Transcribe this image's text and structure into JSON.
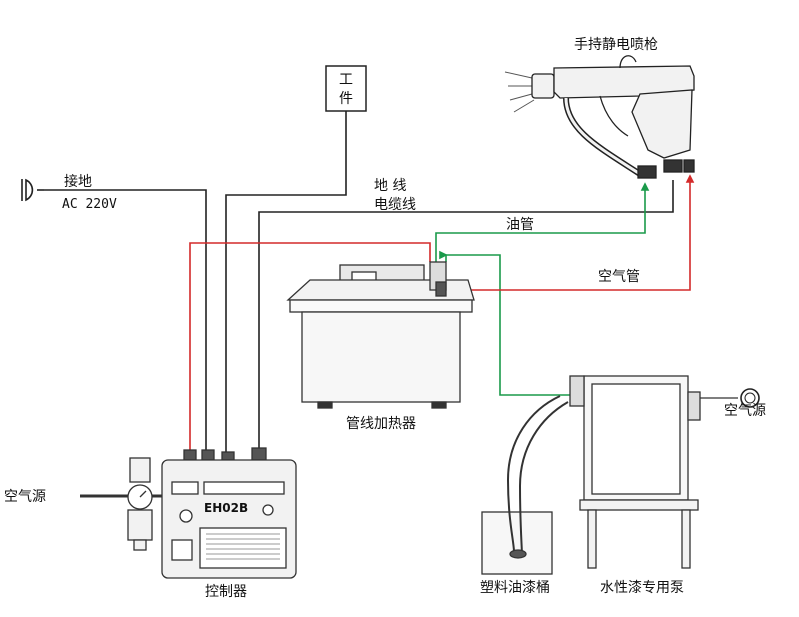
{
  "labels": {
    "spray_gun": "手持静电喷枪",
    "workpiece_line1": "工",
    "workpiece_line2": "件",
    "ground": "接地",
    "ac_power": "AC  220V",
    "ground_wire": "地 线",
    "cable": "电缆线",
    "oil_pipe": "油管",
    "air_pipe": "空气管",
    "heater": "管线加热器",
    "air_source_left": "空气源",
    "air_source_right": "空气源",
    "controller": "控制器",
    "controller_model": "EH02B",
    "bucket": "塑料油漆桶",
    "pump": "水性漆专用泵"
  },
  "colors": {
    "line": "#222222",
    "oil_pipe": "#1a9a4a",
    "air_pipe": "#d42a2a",
    "fill": "#f2f2f2",
    "outline": "#333333"
  },
  "icons": [
    "power-plug-icon",
    "air-source-ring-icon",
    "pressure-gauge-icon"
  ]
}
